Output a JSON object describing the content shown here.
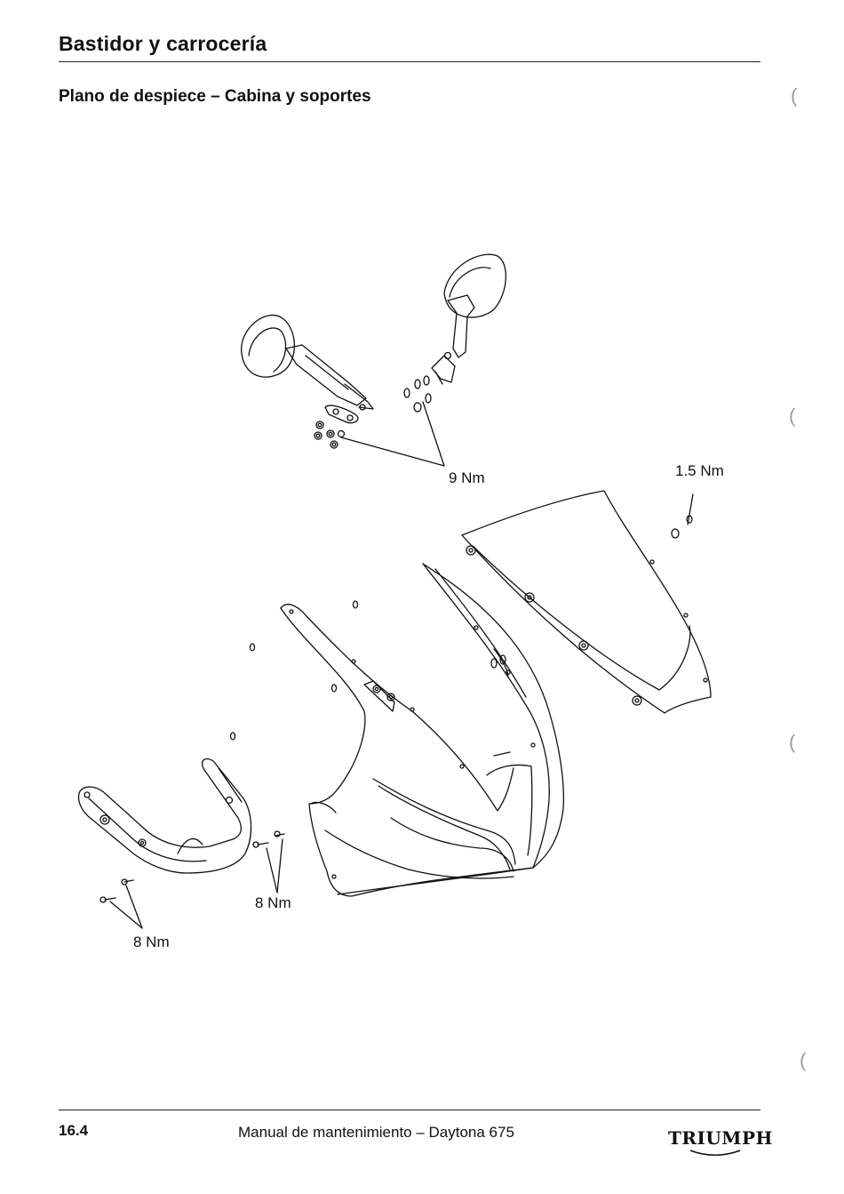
{
  "header": {
    "section_title": "Bastidor y carrocería",
    "subtitle": "Plano de despiece – Cabina y soportes"
  },
  "diagram": {
    "torque_labels": {
      "mirror_bolts": "9 Nm",
      "screen_screws": "1.5 Nm",
      "bracket_bolts_right": "8 Nm",
      "bracket_bolts_left": "8 Nm"
    }
  },
  "footer": {
    "page_number": "16.4",
    "manual_title": "Manual de mantenimiento – Daytona 675",
    "brand": "TRIUMPH"
  }
}
